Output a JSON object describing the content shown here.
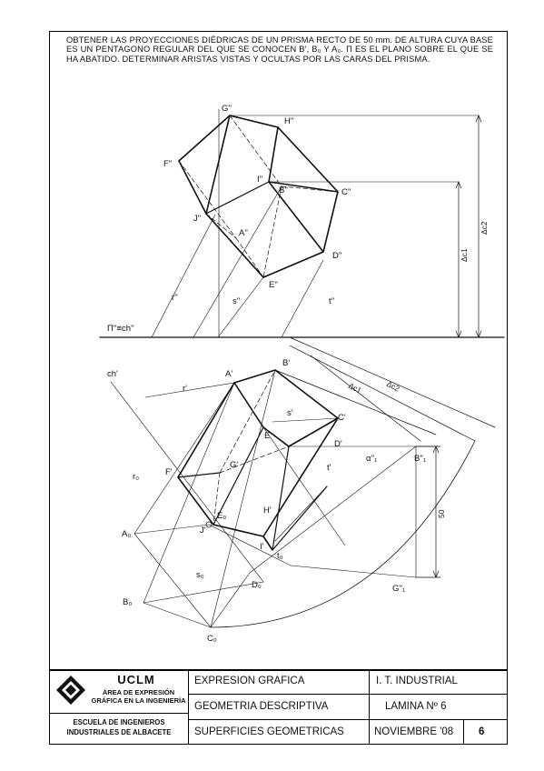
{
  "statement": "OBTENER LAS PROYECCIONES DIÉDRICAS DE UN PRISMA RECTO DE 50 mm. DE ALTURA CUYA BASE ES UN PENTAGONO REGULAR DEL QUE SE CONOCEN B', B₀ Y A₀. Π ES EL PLANO SOBRE EL QUE SE HA ABATIDO. DETERMINAR ARISTAS VISTAS Y OCULTAS POR LAS CARAS DEL PRISMA.",
  "labels": {
    "G2": "G''",
    "H2": "H''",
    "F2": "F''",
    "I2": "I''",
    "B2": "B''",
    "C2": "C''",
    "J2": "J''",
    "A2": "A''",
    "D2": "D''",
    "E2": "E''",
    "r2": "r''",
    "s2": "s''",
    "t2": "t''",
    "pi2": "Π''≡ch''",
    "dc1": "Δc1",
    "dc2": "Δc2",
    "ch1": "ch'",
    "r1": "r'",
    "A1": "A'",
    "B1": "B'",
    "s1": "s'",
    "C1": "C'",
    "E1": "E'",
    "D1": "D'",
    "alpha": "α''₁",
    "B21": "B''₁",
    "F1": "F'",
    "G1": "G'",
    "t1": "t'",
    "ro": "r₀",
    "H1": "H'",
    "Eo": "E₀",
    "J1": "J'",
    "I1": "I'",
    "Ao": "A₀",
    "to": "t₀",
    "dim50": "50",
    "G21": "G''₁",
    "so": "s₀",
    "Do": "D₀",
    "Bo": "B₀",
    "Co": "C₀",
    "dc1b": "Δc1",
    "dc2b": "Δc2"
  },
  "title_block": {
    "uni_name": "UCLM",
    "area_line1": "ÁREA DE EXPRESIÓN",
    "area_line2": "GRÁFICA EN LA INGENIERÍA",
    "school_line1": "ESCUELA DE INGENIEROS",
    "school_line2": "INDUSTRIALES DE ALBACETE",
    "subject": "EXPRESION GRAFICA",
    "topic": "GEOMETRIA DESCRIPTIVA",
    "unit": "SUPERFICIES GEOMETRICAS",
    "degree": "I. T. INDUSTRIAL",
    "sheet": "LAMINA Nº 6",
    "date": "NOVIEMBRE '08",
    "sheet_number": "6"
  },
  "colors": {
    "ink": "#111111",
    "paper": "#ffffff"
  }
}
